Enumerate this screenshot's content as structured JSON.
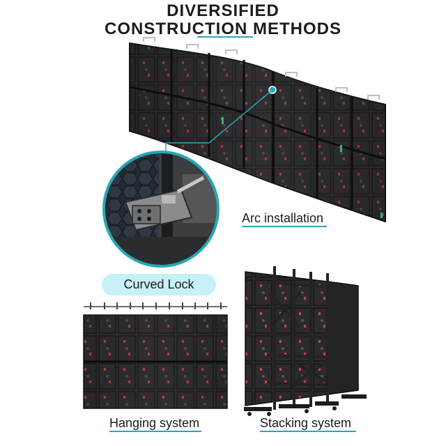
{
  "title": {
    "line1": "DIVERSIFIED",
    "line2": "CONSTRUCTION METHODS",
    "accent_color": "#2aa7b3"
  },
  "arc": {
    "label": "Arc installation"
  },
  "detail": {
    "label": "Curved Lock",
    "pill_color": "#c7f1f6"
  },
  "hanging": {
    "label": "Hanging system"
  },
  "stacking": {
    "label": "Stacking system"
  },
  "colors": {
    "panel": "#2a2a2c",
    "panel_dark": "#161617",
    "led_red": "#d8403f",
    "led_green": "#3bb36a",
    "frame": "#3a3a3a"
  }
}
